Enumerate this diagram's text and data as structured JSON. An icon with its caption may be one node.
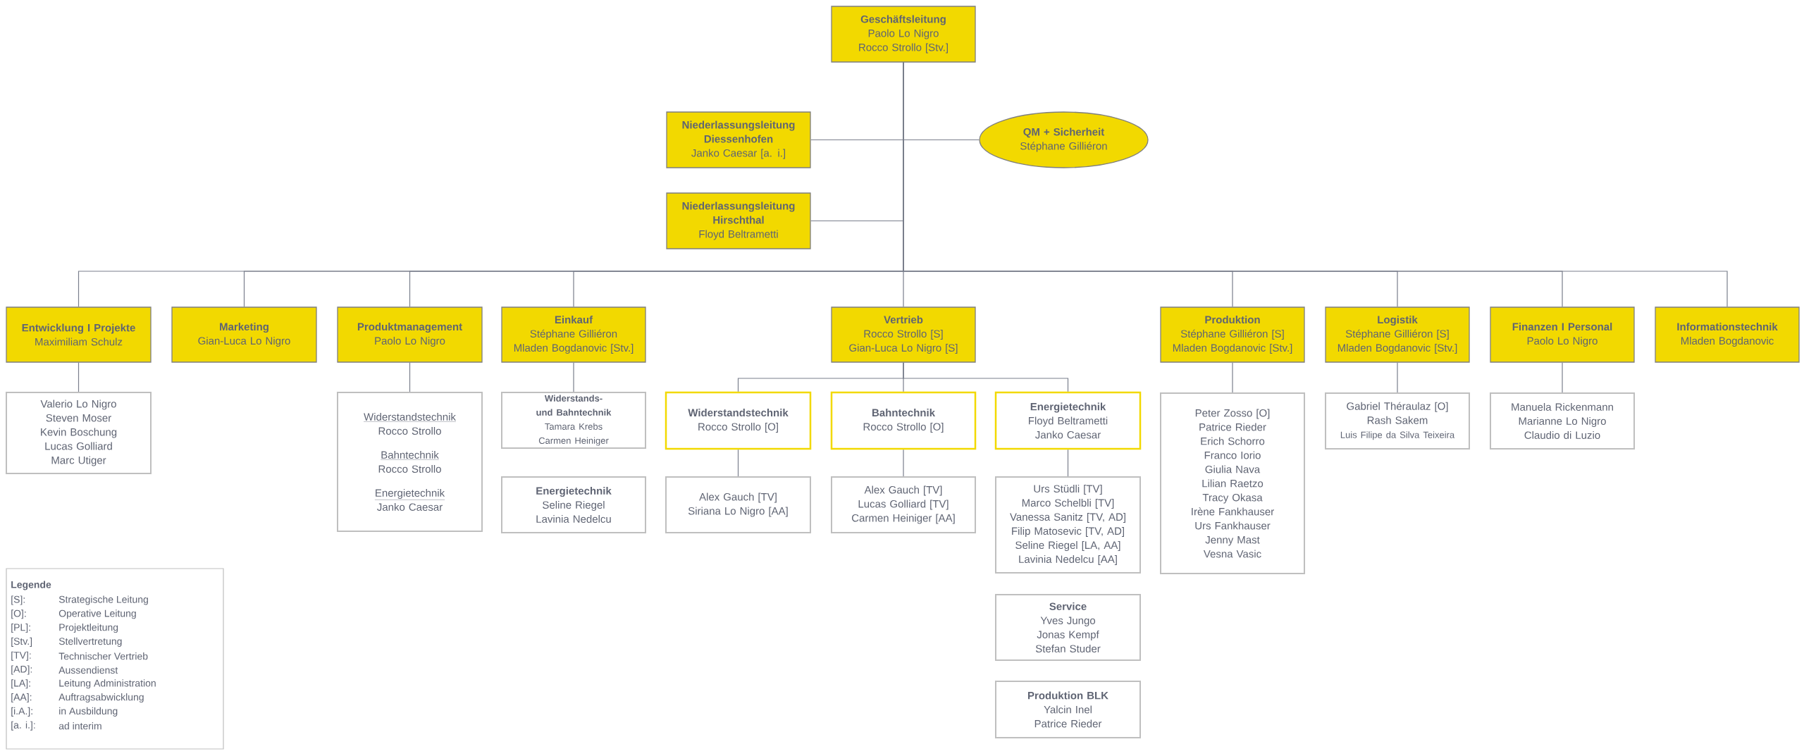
{
  "diagram": {
    "nodes": [
      {
        "text": [
          "Geschäftsleitung",
          "Paolo Lo Nigro",
          "Rocco Strollo [Stv.]"
        ]
      },
      {
        "text": [
          "Niederlassungsleitung Diessenhofen",
          "Janko Caesar [a. i.]"
        ]
      },
      {
        "text": [
          "QM + Sicherheit",
          "Stéphane Gilliéron"
        ]
      },
      {
        "text": [
          "Niederlassungsleitung Hirschthal",
          "Floyd Beltrametti"
        ]
      },
      {
        "text": [
          "Entwicklung I Projekte",
          "Maximiliam Schulz"
        ]
      },
      {
        "text": [
          "Marketing",
          "Gian-Luca Lo Nigro"
        ]
      },
      {
        "text": [
          "Produktmanagement",
          "Paolo Lo Nigro"
        ]
      },
      {
        "text": [
          "Einkauf",
          "Stéphane Gilliéron",
          "Mladen Bogdanovic [Stv.]"
        ]
      },
      {
        "text": [
          "Vertrieb",
          "Rocco Strollo [S]",
          "Gian-Luca Lo Nigro [S]"
        ]
      },
      {
        "text": [
          "Produktion",
          "Stéphane Gilliéron [S]",
          "Mladen Bogdanovic [Stv.]"
        ]
      },
      {
        "text": [
          "Logistik",
          "Stéphane Gilliéron [S]",
          "Mladen Bogdanovic [Stv.]"
        ]
      },
      {
        "text": [
          "Finanzen I Personal",
          "Paolo Lo Nigro"
        ]
      },
      {
        "text": [
          "Informationstechnik",
          "Mladen Bogdanovic"
        ]
      },
      {
        "text": [
          "Valerio Lo Nigro",
          "Steven Moser",
          "Kevin Boschung",
          "Lucas Golliard",
          "Marc Utiger"
        ]
      },
      {
        "text": [
          "Widerstandstechnik",
          "Rocco Strollo",
          "Bahntechnik",
          "Rocco Strollo",
          "Energietechnik",
          "Janko Caesar"
        ]
      },
      {
        "text": [
          "Widerstands- und Bahntechnik",
          "Tamara Krebs",
          "Carmen Heiniger"
        ]
      },
      {
        "text": [
          "Energietechnik",
          "Seline Riegel",
          "Lavinia Nedelcu"
        ]
      },
      {
        "text": [
          "Widerstandstechnik",
          "Rocco Strollo [O]"
        ]
      },
      {
        "text": [
          "Bahntechnik",
          "Rocco Strollo [O]"
        ]
      },
      {
        "text": [
          "Energietechnik",
          "Floyd Beltrametti",
          "Janko Caesar"
        ]
      },
      {
        "text": [
          "Alex Gauch [TV]",
          "Siriana Lo Nigro [AA]"
        ]
      },
      {
        "text": [
          "Alex Gauch [TV]",
          "Lucas Golliard [TV]",
          "Carmen Heiniger [AA]"
        ]
      },
      {
        "text": [
          "Urs Stüdli [TV]",
          "Marco Schelbli [TV]",
          "Vanessa Sanitz [TV, AD]",
          "Filip Matosevic [TV, AD]",
          "Seline Riegel [LA, AA]",
          "Lavinia Nedelcu [AA]"
        ]
      },
      {
        "text": [
          "Service",
          "Yves Jungo",
          "Jonas Kempf",
          "Stefan Studer"
        ]
      },
      {
        "text": [
          "Produktion BLK",
          "Yalcin Inel",
          "Patrice Rieder"
        ]
      },
      {
        "text": [
          "Peter Zosso [O]",
          "Patrice Rieder",
          "Erich Schorro",
          "Franco Iorio",
          "Giulia Nava",
          "Lilian Raetzo",
          "Tracy Okasa",
          "Irène Fankhauser",
          "Urs Fankhauser",
          "Jenny Mast",
          "Vesna Vasic"
        ]
      },
      {
        "text": [
          "Gabriel Théraulaz [O]",
          "Rash Sakem",
          "Luis Filipe da Silva Teixeira"
        ]
      },
      {
        "text": [
          "Manuela Rickenmann",
          "Marianne Lo Nigro",
          "Claudio di Luzio"
        ]
      }
    ],
    "edges": [
      {
        "from": 0,
        "to": 1,
        "arrow": "none"
      },
      {
        "from": 0,
        "to": 2,
        "arrow": "none"
      },
      {
        "from": 0,
        "to": 3,
        "arrow": "none"
      },
      {
        "from": 0,
        "to": 4,
        "arrow": "none"
      },
      {
        "from": 0,
        "to": 5,
        "arrow": "none"
      },
      {
        "from": 0,
        "to": 6,
        "arrow": "none"
      },
      {
        "from": 0,
        "to": 7,
        "arrow": "none"
      },
      {
        "from": 0,
        "to": 8,
        "arrow": "none"
      },
      {
        "from": 0,
        "to": 9,
        "arrow": "none"
      },
      {
        "from": 0,
        "to": 10,
        "arrow": "none"
      },
      {
        "from": 0,
        "to": 11,
        "arrow": "none"
      },
      {
        "from": 0,
        "to": 12,
        "arrow": "none"
      },
      {
        "from": 4,
        "to": 13,
        "arrow": "none"
      },
      {
        "from": 6,
        "to": 14,
        "arrow": "none"
      },
      {
        "from": 7,
        "to": 15,
        "arrow": "none"
      },
      {
        "from": 8,
        "to": 17,
        "arrow": "none"
      },
      {
        "from": 8,
        "to": 18,
        "arrow": "none"
      },
      {
        "from": 8,
        "to": 19,
        "arrow": "none"
      },
      {
        "from": 17,
        "to": 20,
        "arrow": "none"
      },
      {
        "from": 18,
        "to": 21,
        "arrow": "none"
      },
      {
        "from": 19,
        "to": 22,
        "arrow": "none"
      },
      {
        "from": 9,
        "to": 25,
        "arrow": "none"
      },
      {
        "from": 10,
        "to": 26,
        "arrow": "none"
      },
      {
        "from": 11,
        "to": 27,
        "arrow": "none"
      }
    ],
    "labels": [
      "Legende",
      "[S]:",
      "Strategische Leitung",
      "[O]:",
      "Operative Leitung",
      "[PL]:",
      "Projektleitung",
      "[Stv.]",
      "Stellvertretung",
      "[TV]:",
      "Technischer Vertrieb",
      "[AD]:",
      "Aussendienst",
      "[LA]:",
      "Leitung Administration",
      "[AA]:",
      "Auftragsabwicklung",
      "[i.A.]:",
      "in Ausbildung",
      "[a. i.]:",
      "ad interim"
    ]
  }
}
